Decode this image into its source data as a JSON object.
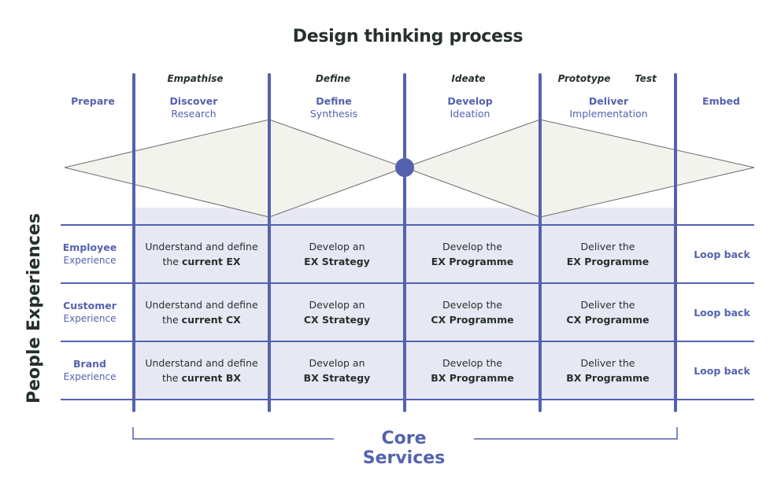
{
  "title": "Design thinking process",
  "colors": {
    "accent": "#5462ae",
    "shade": "#e7e8f4",
    "diamond_fill": "#f3f3ee",
    "text": "#26302c"
  },
  "phases": [
    {
      "label": "Empathise"
    },
    {
      "label": "Define"
    },
    {
      "label": "Ideate"
    },
    {
      "label": "Prototype"
    },
    {
      "label": "Test"
    }
  ],
  "stages": [
    {
      "bold": "Prepare",
      "sub": ""
    },
    {
      "bold": "Discover",
      "sub": "Research"
    },
    {
      "bold": "Define",
      "sub": "Synthesis"
    },
    {
      "bold": "Develop",
      "sub": "Ideation"
    },
    {
      "bold": "Deliver",
      "sub": "Implementation"
    },
    {
      "bold": "Embed",
      "sub": ""
    }
  ],
  "side_label": "People Experiences",
  "rows": [
    {
      "label_bold": "Employee",
      "label_sub": "Experience",
      "cells": [
        {
          "line1": "Understand and define",
          "pre": "the ",
          "bold": "current EX"
        },
        {
          "line1": "Develop an",
          "pre": "",
          "bold": "EX Strategy"
        },
        {
          "line1": "Develop the",
          "pre": "",
          "bold": "EX Programme"
        },
        {
          "line1": "Deliver the",
          "pre": "",
          "bold": "EX Programme"
        }
      ],
      "loop": "Loop back"
    },
    {
      "label_bold": "Customer",
      "label_sub": "Experience",
      "cells": [
        {
          "line1": "Understand and define",
          "pre": "the ",
          "bold": "current CX"
        },
        {
          "line1": "Develop an",
          "pre": "",
          "bold": "CX Strategy"
        },
        {
          "line1": "Develop the",
          "pre": "",
          "bold": "CX Programme"
        },
        {
          "line1": "Deliver the",
          "pre": "",
          "bold": "CX Programme"
        }
      ],
      "loop": "Loop back"
    },
    {
      "label_bold": "Brand",
      "label_sub": "Experience",
      "cells": [
        {
          "line1": "Understand and define",
          "pre": "the ",
          "bold": "current BX"
        },
        {
          "line1": "Develop an",
          "pre": "",
          "bold": "BX Strategy"
        },
        {
          "line1": "Develop the",
          "pre": "",
          "bold": "BX Programme"
        },
        {
          "line1": "Deliver the",
          "pre": "",
          "bold": "BX Programme"
        }
      ],
      "loop": "Loop back"
    }
  ],
  "footer": "Core Services"
}
